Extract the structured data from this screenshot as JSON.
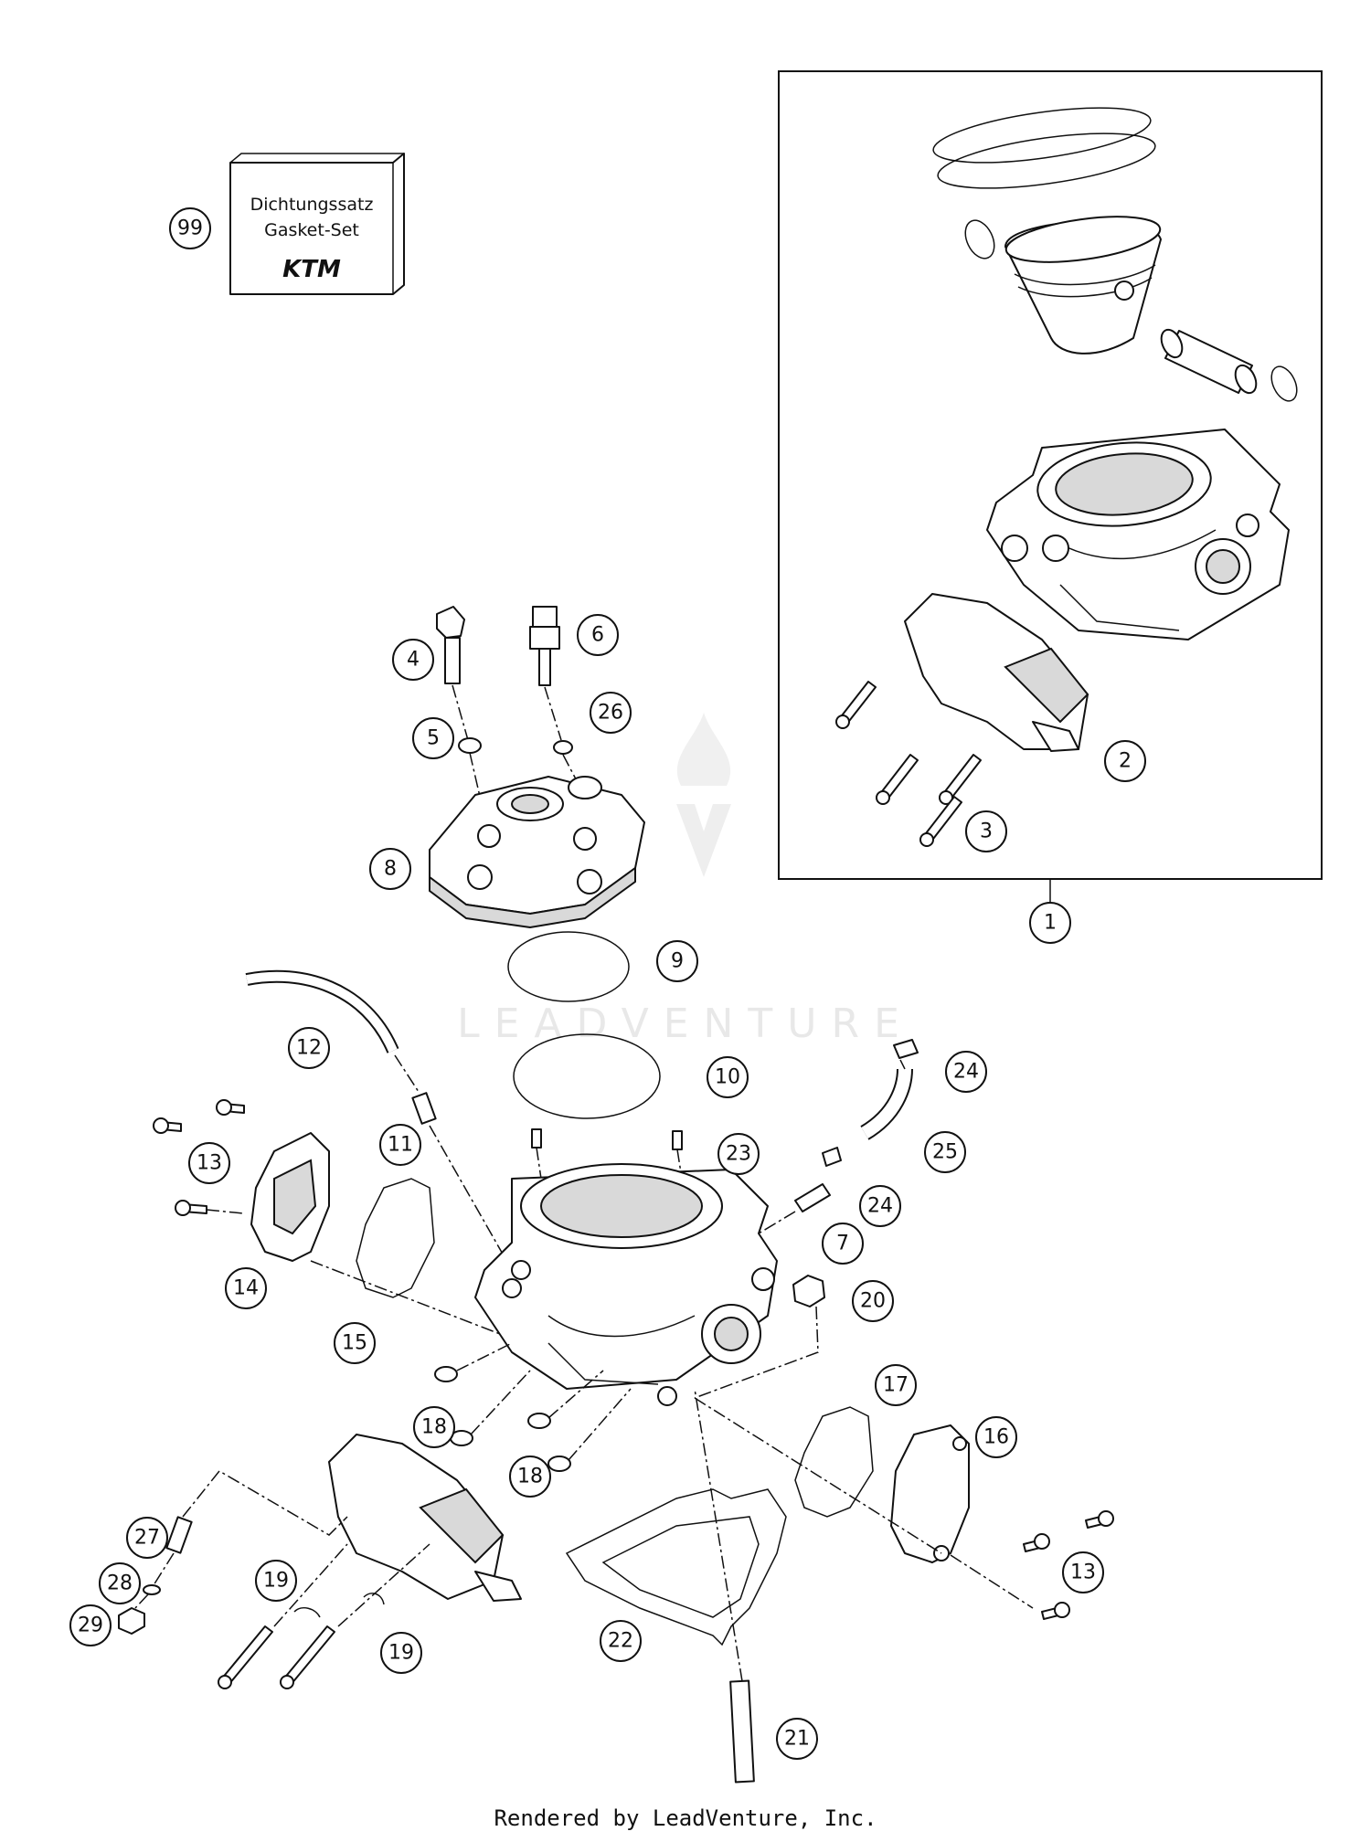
{
  "gasket_box": {
    "line1": "Dichtungssatz",
    "line2": "Gasket-Set",
    "logo": "KTM"
  },
  "watermark": "LEADVENTURE",
  "footer": "Rendered by LeadVenture, Inc.",
  "callouts": {
    "c1": "1",
    "c2": "2",
    "c3": "3",
    "c4": "4",
    "c5": "5",
    "c6": "6",
    "c7": "7",
    "c8": "8",
    "c9": "9",
    "c10": "10",
    "c11": "11",
    "c12": "12",
    "c13a": "13",
    "c13b": "13",
    "c14": "14",
    "c15": "15",
    "c16": "16",
    "c17": "17",
    "c18a": "18",
    "c18b": "18",
    "c19a": "19",
    "c19b": "19",
    "c20": "20",
    "c21": "21",
    "c22": "22",
    "c23": "23",
    "c24a": "24",
    "c24b": "24",
    "c25": "25",
    "c26": "26",
    "c27": "27",
    "c28": "28",
    "c29": "29",
    "c99": "99"
  }
}
